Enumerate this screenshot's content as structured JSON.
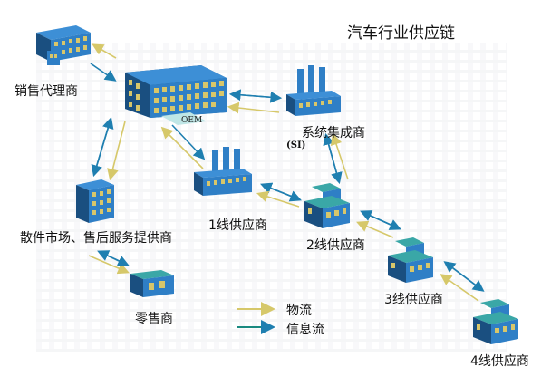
{
  "title": "汽车行业供应链",
  "nodes": {
    "dealer": "销售代理商",
    "oem": "OEM",
    "system_integrator": "系统集成商",
    "si_abbr": "(SI)",
    "aftermarket": "散件市场、售后服务提供商",
    "retailer": "零售商",
    "tier1": "1线供应商",
    "tier2": "2线供应商",
    "tier3": "3线供应商",
    "tier4": "4线供应商"
  },
  "legend": {
    "material_flow": "物流",
    "info_flow": "信息流"
  },
  "colors": {
    "material_arrow": "#d6c86a",
    "info_arrow": "#1f7fb0",
    "building_blue": "#2f7fc6",
    "window_yellow": "#c9b35a",
    "roof_teal": "#3aa7a7"
  }
}
